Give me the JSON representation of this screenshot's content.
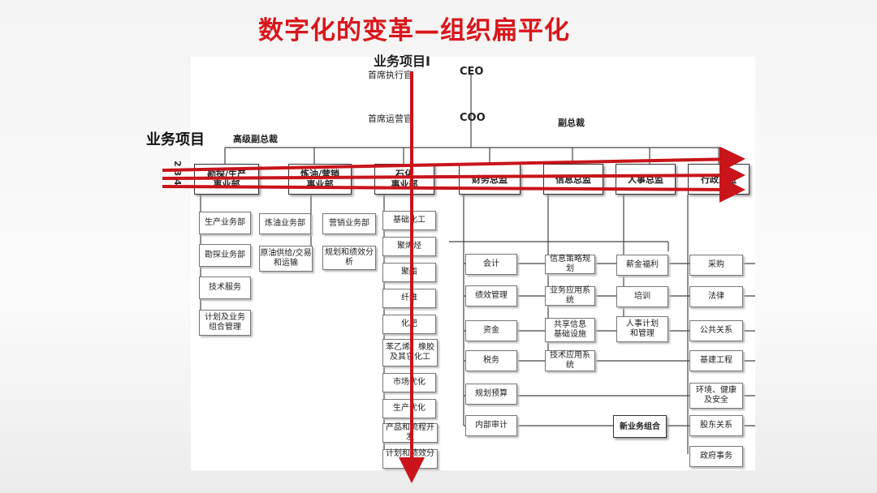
{
  "slide": {
    "title": "数字化的变革—组织扁平化"
  },
  "labels": {
    "project_top": "业务项目I",
    "project_left": "业务项目",
    "ceo_cn": "首席执行官",
    "ceo": "CEO",
    "coo_cn": "首席运营官",
    "coo": "COO",
    "svp": "高级副总裁",
    "vp": "副总裁",
    "side_nums": "2 3 4"
  },
  "divisions": [
    {
      "label": "勘探/生产\n事业部"
    },
    {
      "label": "炼油/营销\n事业部"
    },
    {
      "label": "石化\n事业部"
    },
    {
      "label": "财务总监"
    },
    {
      "label": "信息总监"
    },
    {
      "label": "人事总监"
    },
    {
      "label": "行政总监"
    }
  ],
  "units": {
    "explore": [
      "生产业务部",
      "勘探业务部",
      "技术服务",
      "计划及业务\n组合管理"
    ],
    "refine": [
      "炼油业务部",
      "原油供给/交易\n和运输"
    ],
    "market": [
      "营销业务部",
      "规划和绩效分析"
    ],
    "petro": [
      "基础化工",
      "聚烯烃",
      "聚酯",
      "纤维",
      "化肥",
      "苯乙烯、橡胶\n及其它化工",
      "市场优化",
      "生产优化",
      "产品和流程开发",
      "计划和绩效分析"
    ],
    "finance": [
      "会计",
      "绩效管理",
      "资金",
      "税务",
      "规划预算",
      "内部审计"
    ],
    "info": [
      "信息策略规划",
      "业务应用系统",
      "共享信息\n基础设施",
      "技术应用系统"
    ],
    "hr": [
      "薪金福利",
      "培训",
      "人事计划\n和管理"
    ],
    "admin": [
      "采购",
      "法律",
      "公共关系",
      "基建工程",
      "环境、健康\n及安全",
      "股东关系",
      "政府事务"
    ],
    "new_biz": "新业务组合"
  },
  "colors": {
    "title": "#d9161c",
    "arrow": "#c8141a"
  }
}
